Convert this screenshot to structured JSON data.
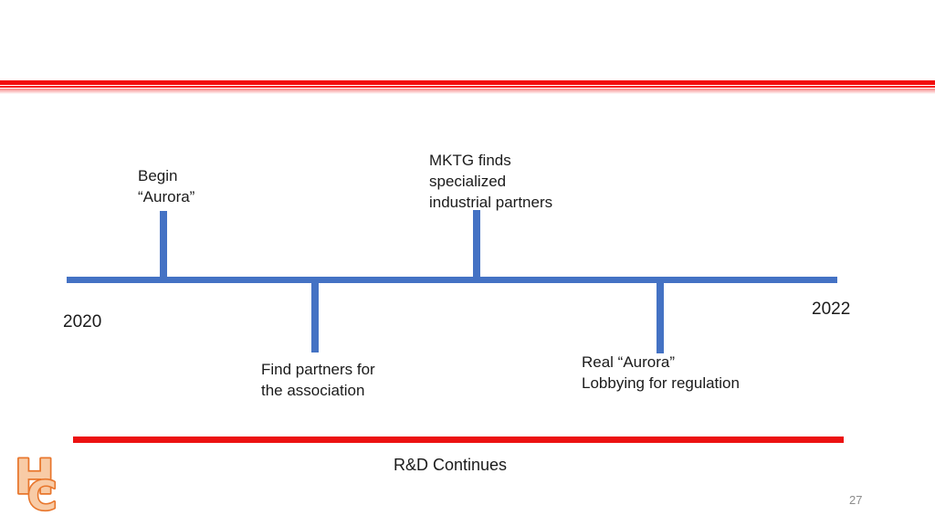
{
  "slide": {
    "page_number": "27"
  },
  "colors": {
    "accent_blue": "#4472C4",
    "accent_red": "#F20D0D",
    "bottom_red": "#EC1111",
    "logo_fill": "#F8CBA6",
    "logo_stroke": "#E8762C",
    "page_number_gray": "#8C8C8C"
  },
  "timeline": {
    "start_year": "2020",
    "end_year": "2022",
    "events": [
      {
        "label": "Begin\n“Aurora”",
        "position": "above"
      },
      {
        "label": "Find partners for\nthe association",
        "position": "below"
      },
      {
        "label": "MKTG finds\nspecialized\nindustrial partners",
        "position": "above"
      },
      {
        "label": "Real “Aurora”\nLobbying for regulation",
        "position": "below"
      }
    ]
  },
  "footer": {
    "rd_label": "R&D Continues",
    "logo": {
      "letter_h": "H",
      "letter_c": "C"
    }
  }
}
